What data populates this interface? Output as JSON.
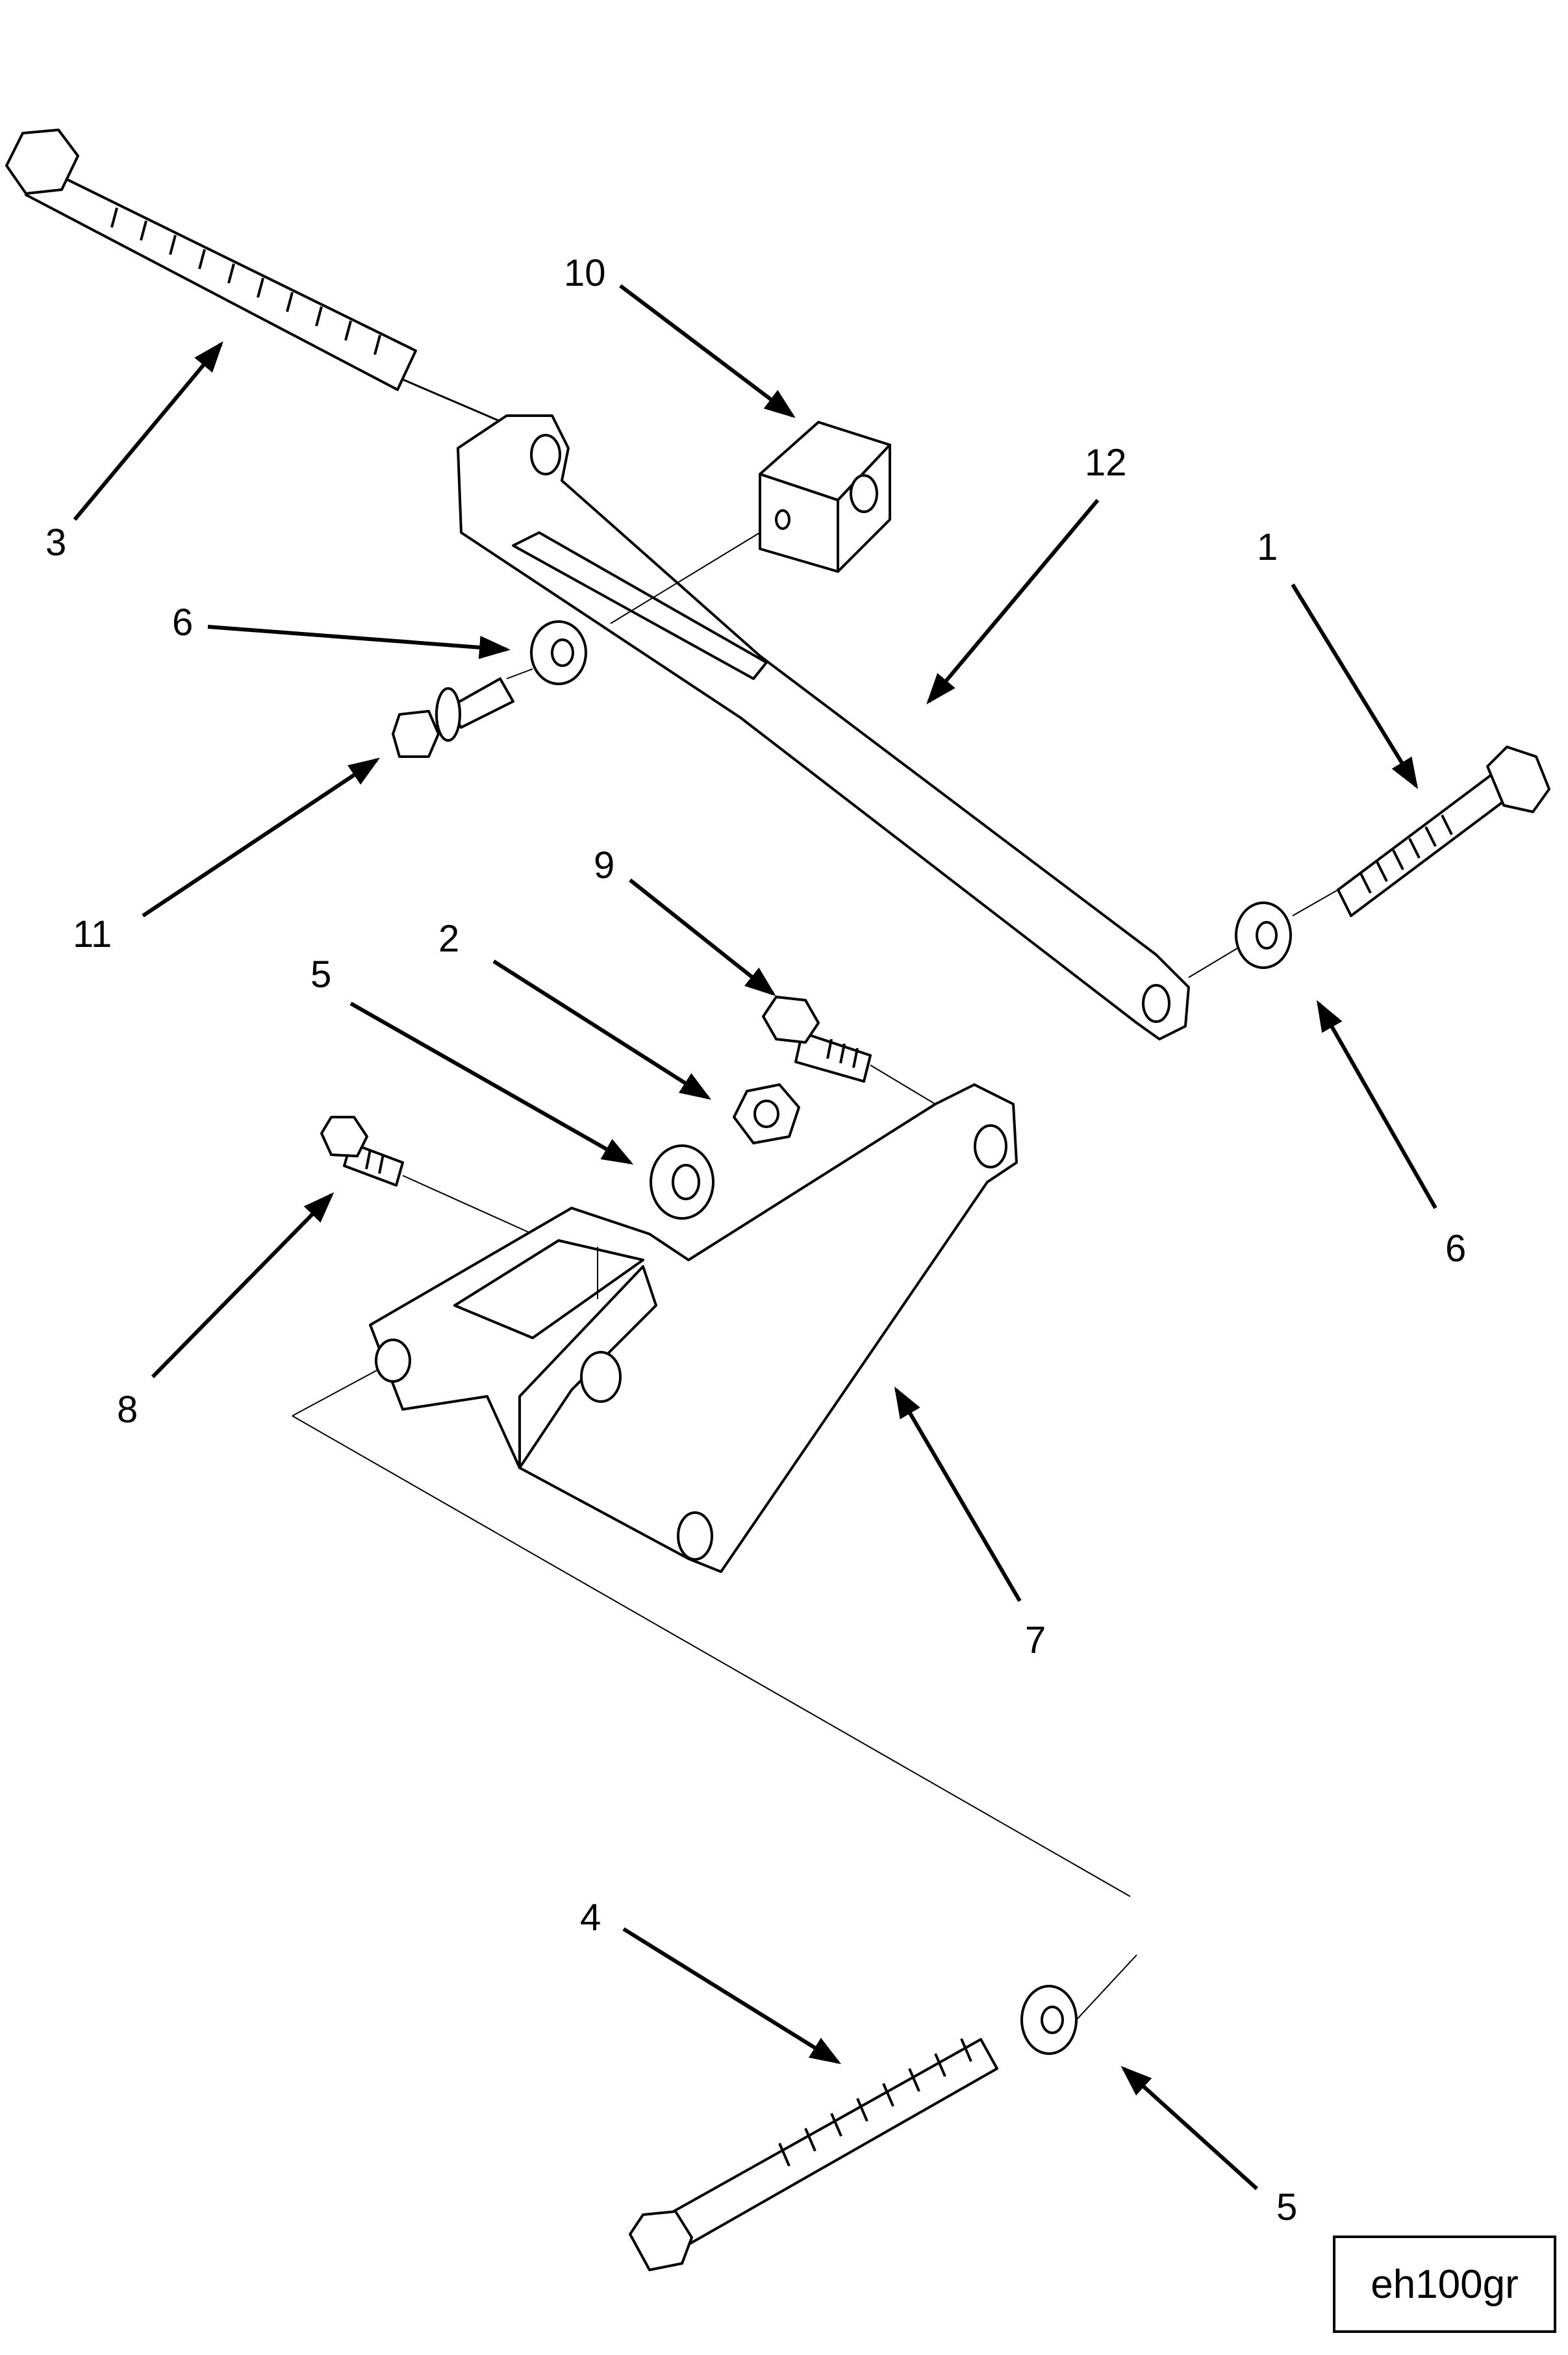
{
  "drawing_id": "eh100gr",
  "callouts": {
    "c1": "1",
    "c2": "2",
    "c3": "3",
    "c4": "4",
    "c5a": "5",
    "c5b": "5",
    "c6a": "6",
    "c6b": "6",
    "c7": "7",
    "c8": "8",
    "c9": "9",
    "c10": "10",
    "c11": "11",
    "c12": "12"
  }
}
